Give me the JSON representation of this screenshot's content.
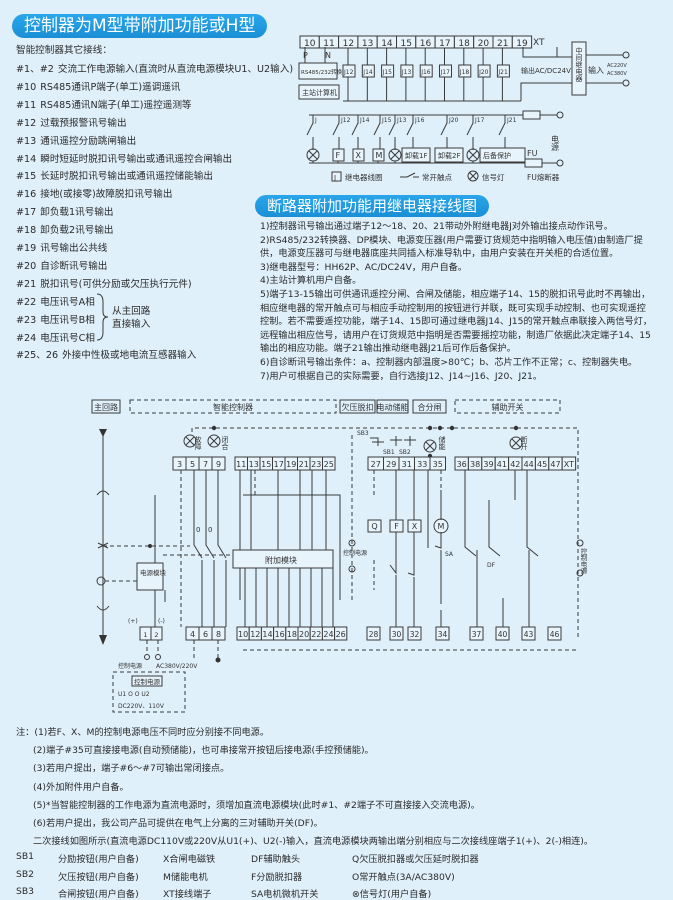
{
  "title_left": "控制器为M型带附加功能或H型",
  "other_wiring": {
    "heading": "智能控制器其它接线：",
    "items": [
      {
        "code": "#1、#2",
        "desc": "交流工作电源输入(直流时从直流电源模块U1、U2输入)"
      },
      {
        "code": "#10",
        "desc": "RS485通讯P端子(单工)遥调遥讯"
      },
      {
        "code": "#11",
        "desc": "RS485通讯N端子(单工)遥控遥测等"
      },
      {
        "code": "#12",
        "desc": "过载预报警讯号输出"
      },
      {
        "code": "#13",
        "desc": "通讯遥控分励跳闸输出"
      },
      {
        "code": "#14",
        "desc": "瞬时短延时脱扣讯号输出或通讯遥控合闸输出"
      },
      {
        "code": "#15",
        "desc": "长延时脱扣讯号输出或通讯遥控储能输出"
      },
      {
        "code": "#16",
        "desc": "接地(或接零)故障脱扣讯号输出"
      },
      {
        "code": "#17",
        "desc": "卸负载1讯号输出"
      },
      {
        "code": "#18",
        "desc": "卸负载2讯号输出"
      },
      {
        "code": "#19",
        "desc": "讯号输出公共线"
      },
      {
        "code": "#20",
        "desc": "自诊断讯号输出"
      },
      {
        "code": "#21",
        "desc": "脱扣讯号(可供分励或欠压执行元件)"
      },
      {
        "code": "#22",
        "desc": "电压讯号A相"
      },
      {
        "code": "#23",
        "desc": "电压讯号B相"
      },
      {
        "code": "#24",
        "desc": "电压讯号C相"
      },
      {
        "code": "#25、26",
        "desc": "外接中性极或地电流互感器输入"
      }
    ],
    "brace_line1": "从主回路",
    "brace_line2": "直接输入"
  },
  "top_diagram": {
    "terminals": [
      "10",
      "11",
      "12",
      "13",
      "14",
      "15",
      "16",
      "17",
      "18",
      "20",
      "21",
      "19"
    ],
    "xt_label": "XT",
    "relays": [
      "J12",
      "J14",
      "J15",
      "J13",
      "J16",
      "J17",
      "J18",
      "J20",
      "J21"
    ],
    "p_label": "P",
    "n_label": "N",
    "converter_label": "RS485/232转换器",
    "computer_label": "主站计算机",
    "output_label": "输出AC/DC24V",
    "mid_relay_label": "中间继电器",
    "input_label": "输入",
    "input_voltage1": "AC220V",
    "input_voltage2": "AC380V",
    "contacts": [
      "J",
      "J12",
      "J14",
      "J15",
      "J13",
      "J16",
      "J20",
      "J17",
      "J21"
    ],
    "loads": [
      "F",
      "X",
      "M"
    ],
    "load_boxes": [
      "卸载1F",
      "卸载2F",
      "后备保护"
    ],
    "power_label": "电源",
    "fu_label": "FU",
    "legend": {
      "coil": "继电器线圈",
      "coil_symbol": "J",
      "contact": "常开触点",
      "lamp": "信号灯",
      "fuse": "FU熔断器"
    }
  },
  "title_right": "断路器附加功能用继电器接线图",
  "relay_notes": [
    "1)控制器讯号输出通过端子12～18、20、21带动外附继电器J对外输出接点动作讯号。",
    "2)RS485/232转换器、DP模块、电源变压器(用户需要订货规范中指明输入电压值)由制造厂提",
    "供，电源变压器可与继电器底座共同插入标准导轨中，由用户安装在开关柜的合适位置。",
    "3)继电器型号：HH62P、AC/DC24V，用户自备。",
    "4)主站计算机用户自备。",
    "5)端子13-15输出可供通讯遥控分闸、合闸及储能，相应端子14、15的脱扣讯号此时不再输出，",
    "相应继电器的常开触点可与相应手动控制用的按钮进行并联，既可实现手动控制、也可实现遥控",
    "控制。若不需要遥控功能，端子14、15即可通过继电器J14、J15的常开触点串联接入两信号灯，",
    "远程输出相应信号，请用户在订货规范中指明是否需要摇控功能，制造厂依据此决定端子14、15",
    "输出的相应功能。端子21输出推动继电器J21后可作后备保护。",
    "6)自诊断讯号输出条件：a、控制器内部温度>80℃；b、芯片工作不正常；c、控制器失电。",
    "7)用户可根据自己的实际需要，自行选接J12、J14~J16、J20、J21。"
  ],
  "main_diagram": {
    "sections": [
      "主回路",
      "智能控制器",
      "欠压脱扣",
      "电动储能",
      "合分闸",
      "辅助开关"
    ],
    "top_terminals": {
      "controller_a": [
        "3",
        "5",
        "7",
        "9"
      ],
      "controller_b": [
        "11",
        "13",
        "15",
        "17",
        "19",
        "21",
        "23",
        "25"
      ],
      "operating": [
        "27",
        "29",
        "31",
        "33",
        "35"
      ],
      "auxiliary": [
        "36",
        "38",
        "39",
        "41",
        "42",
        "44",
        "45",
        "47",
        "XT"
      ]
    },
    "bottom_terminals": {
      "power": [
        "1",
        "2"
      ],
      "outputs": [
        "4",
        "6",
        "8"
      ],
      "module": [
        "10",
        "12",
        "14",
        "16",
        "18",
        "20",
        "22",
        "24",
        "26"
      ],
      "operating": [
        "28",
        "30",
        "32",
        "34"
      ],
      "auxiliary": [
        "37",
        "40",
        "43",
        "46"
      ]
    },
    "lamp_fault": "故障",
    "lamp_closed": "闭合",
    "lamp_stored": "储能",
    "lamp_open": "断开",
    "sb1": "SB1",
    "sb2": "SB2",
    "sb3": "SB3",
    "module_label": "附加模块",
    "power_module": "电源模块",
    "plus": "(+)",
    "minus": "(-)",
    "ac_label": "AC380V/220V",
    "dc_box_title": "控制电源",
    "dc_range": "DC220V、110V",
    "ctrl_power_1": "控制电源",
    "ctrl_power_2": "控制电源",
    "coils": [
      "Q",
      "F",
      "X",
      "M"
    ],
    "sa_label": "SA",
    "df_label": "DF"
  },
  "footnotes": [
    "注：(1)若F、X、M的控制电源电压不同时应分别接不同电源。",
    "(2)端子#35可直接接电源(自动预储能)，也可串接常开按钮后接电源(手控预储能)。",
    "(3)若用户提出，端子#6～#7可输出常闭接点。",
    "(4)外加附件用户自备。",
    "(5)*当智能控制器的工作电源为直流电源时，须增加直流电源模块(此时#1、#2端子不可直接接入交流电源)。",
    "(6)若用户提出，我公司产品可提供在电气上分离的三对辅助开关(DF)。",
    "二次接线如图所示(直流电源DC110V或220V从U1(+)、U2(-)输入，直流电源模块两输出端分别相应与二次接线座端子1(+)、2(-)相连)。"
  ],
  "legend_rows": [
    [
      "SB1",
      "分励按钮(用户自备)",
      "X合闸电磁铁",
      "DF辅助触头",
      "Q欠压脱扣器或欠压延时脱扣器"
    ],
    [
      "SB2",
      "欠压按钮(用户自备)",
      "M储能电机",
      "F分励脱扣器",
      "O常开触点(3A/AC380V)"
    ],
    [
      "SB3",
      "合闸按钮(用户自备)",
      "XT接线端子",
      "SA电机微机开关",
      "⊗信号灯(用户自备)"
    ]
  ]
}
